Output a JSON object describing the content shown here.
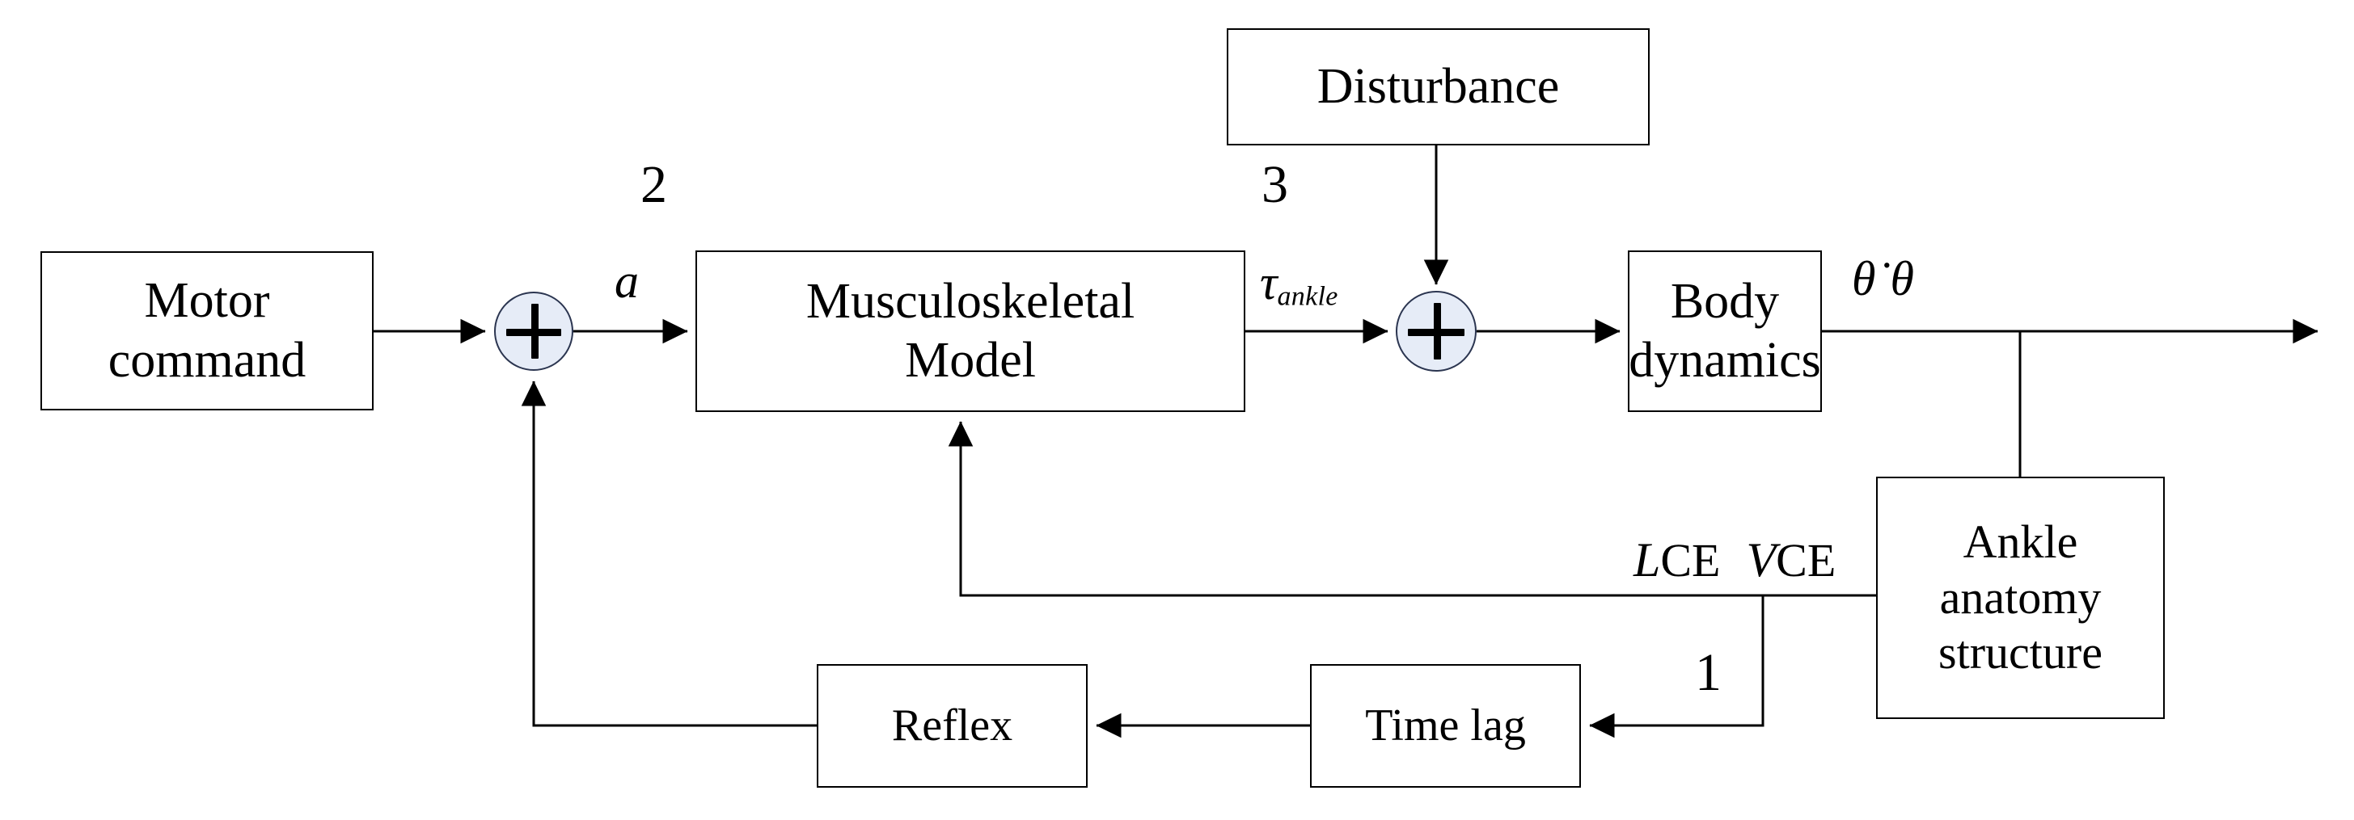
{
  "diagram": {
    "title": "Neuromuscular ankle postural control block diagram",
    "background_color": "#ffffff",
    "line_color": "#000000",
    "junction_fill": "#e6ecf7",
    "junction_stroke": "#2b3550"
  },
  "blocks": {
    "motor_command": "Motor\ncommand",
    "musculoskeletal_model": "Musculoskeletal\nModel",
    "disturbance": "Disturbance",
    "body_dynamics": "Body\ndynamics",
    "ankle_anatomy": "Ankle\nanatomy\nstructure",
    "reflex": "Reflex",
    "time_lag": "Time lag"
  },
  "junctions": {
    "sum_activation_sign": "+",
    "sum_torque_sign": "+"
  },
  "annotations": {
    "loop_number_1": "1",
    "loop_number_2": "2",
    "loop_number_3": "3",
    "activation_symbol": "a",
    "torque_symbol": "τ",
    "torque_subscript": "ankle",
    "theta_dot_symbol": "θ̇",
    "theta_symbol": "θ",
    "lce_symbol": "L",
    "lce_subscript": "CE",
    "vce_symbol": "V",
    "vce_subscript": "CE"
  },
  "signal_flow": [
    "Motor command → sum (activation)",
    "Reflex → sum (activation)",
    "sum → Musculoskeletal Model (a)",
    "Musculoskeletal Model → sum (τ ankle)",
    "Disturbance → sum (torque)",
    "sum → Body dynamics",
    "Body dynamics → output (θ̇ θ)",
    "Body dynamics → Ankle anatomy structure",
    "Ankle anatomy structure → Musculoskeletal Model (L CE V CE)",
    "Ankle anatomy structure → Time lag",
    "Time lag → Reflex"
  ]
}
